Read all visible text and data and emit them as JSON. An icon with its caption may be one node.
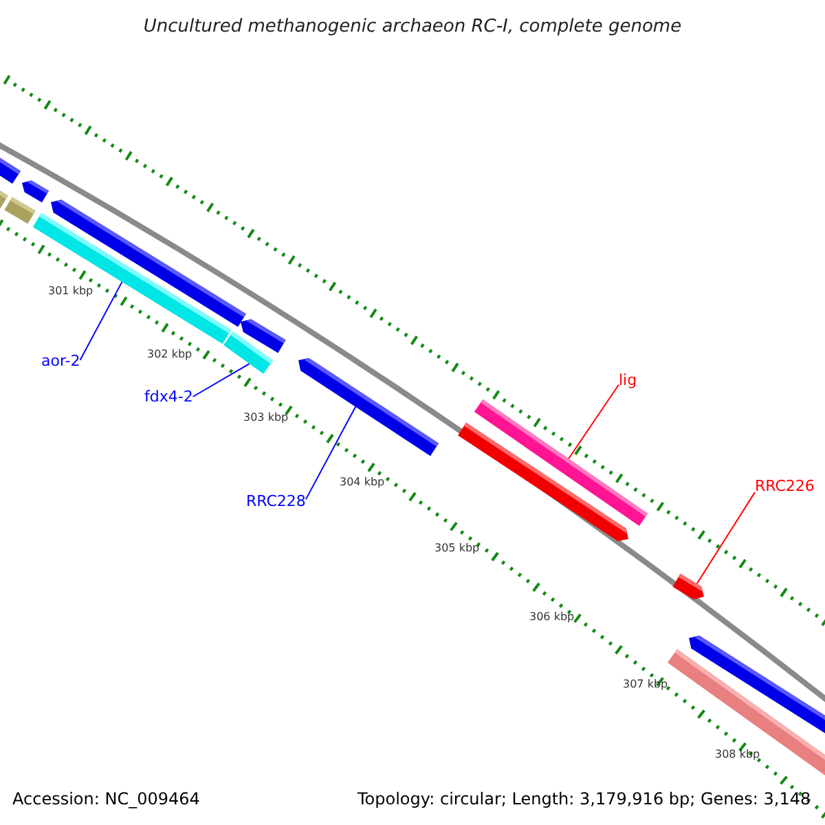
{
  "diagram": {
    "title": "Uncultured methanogenic archaeon RC-I, complete genome",
    "nodes": [
      {
        "text": [
          "aor-2"
        ]
      },
      {
        "text": [
          "fdx4-2"
        ]
      },
      {
        "text": [
          "RRC228"
        ]
      },
      {
        "text": [
          "lig"
        ]
      },
      {
        "text": [
          "RRC226"
        ]
      },
      {
        "text": [],
        "shape": "bar"
      },
      {
        "text": [],
        "shape": "bar"
      },
      {
        "text": [],
        "shape": "bar"
      },
      {
        "text": [],
        "shape": "bar"
      },
      {
        "text": [],
        "shape": "bar"
      },
      {
        "text": [],
        "shape": "bar"
      },
      {
        "text": [],
        "shape": "bar"
      },
      {
        "text": [],
        "shape": "bar"
      },
      {
        "text": [],
        "shape": "bar"
      },
      {
        "text": [],
        "shape": "bar"
      },
      {
        "text": [],
        "shape": "bar"
      },
      {
        "text": [],
        "shape": "bar"
      },
      {
        "text": [],
        "shape": "bar"
      },
      {
        "text": [],
        "shape": "bar"
      }
    ],
    "edges": [
      {
        "from": 0,
        "to": 9,
        "arrow": "none",
        "color": "#0000ff"
      },
      {
        "from": 1,
        "to": 11,
        "arrow": "none",
        "color": "#0000ff"
      },
      {
        "from": 2,
        "to": 13,
        "arrow": "none",
        "color": "#0000ff"
      },
      {
        "from": 3,
        "to": 15,
        "arrow": "none",
        "color": "#ff0000"
      },
      {
        "from": 4,
        "to": 16,
        "arrow": "none",
        "color": "#ff0000"
      }
    ],
    "labels": [
      "301 kbp",
      "302 kbp",
      "303 kbp",
      "304 kbp",
      "305 kbp",
      "306 kbp",
      "307 kbp",
      "308 kbp",
      "Accession: NC_009464",
      "Topology: circular; Length: 3,179,916 bp; Genes: 3,148"
    ]
  }
}
